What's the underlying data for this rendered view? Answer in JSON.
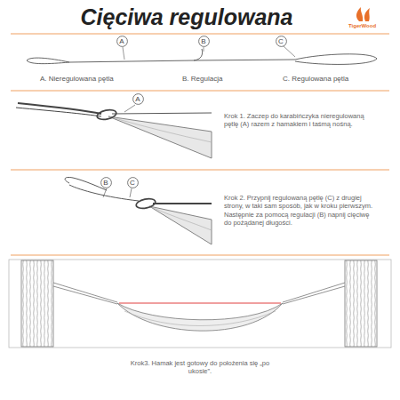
{
  "diagram": {
    "title": "Cięciwa regulowana",
    "caption": "Krok3. Hamak jest gotowy do położenia się „po ukosie”.",
    "nodes": [
      {
        "text": [
          "A"
        ]
      },
      {
        "text": [
          "B"
        ]
      },
      {
        "text": [
          "C"
        ]
      },
      {
        "text": [
          "A"
        ]
      },
      {
        "text": [
          "B"
        ]
      },
      {
        "text": [
          "C"
        ]
      }
    ],
    "labels": [
      "TigerWood",
      "A. Nieregulowana pętla",
      "B. Regulacja",
      "C. Regulowana pętla",
      "Krok 1. Zaczep do karabińczyka nieregulowaną pętlę (A) razem z hamakiem i taśmą nośną.",
      "Krok 2. Przypnij regulowaną pętlę (C) z drugiej strony, w taki sam sposób, jak w kroku pierwszym. Następnie za pomocą regulacji (B) napnij cięciwę do pożądanej długości."
    ]
  }
}
